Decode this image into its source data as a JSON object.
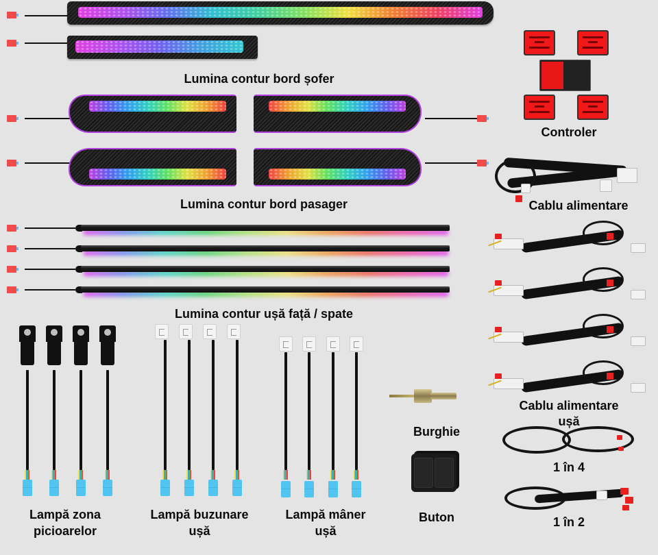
{
  "sections": {
    "driver_dash": {
      "label": "Lumina contur bord șofer"
    },
    "passenger_dash": {
      "label": "Lumina contur bord pasager"
    },
    "door_strips": {
      "label": "Lumina contur ușă față / spate",
      "count": 4
    },
    "controller": {
      "label": "Controler"
    },
    "power_cable": {
      "label": "Cablu alimentare"
    },
    "door_power_cable": {
      "label_line1": "Cablu alimentare",
      "label_line2": "ușă",
      "count": 4
    },
    "footwell_lamp": {
      "label_line1": "Lampă zona",
      "label_line2": "picioarelor",
      "count": 4
    },
    "door_pocket_lamp": {
      "label_line1": "Lampă buzunare",
      "label_line2": "ușă",
      "count": 4
    },
    "door_handle_lamp": {
      "label_line1": "Lampă mâner",
      "label_line2": "ușă",
      "count": 4
    },
    "drill": {
      "label": "Burghie"
    },
    "button": {
      "label": "Buton"
    },
    "splitter_1_to_4": {
      "label": "1 în 4"
    },
    "splitter_1_to_2": {
      "label": "1 în 2"
    }
  },
  "colors": {
    "background": "#e4e4e4",
    "connector_red": "#f04a4a",
    "connector_blue": "#52c4f0",
    "controller_red": "#f01818",
    "text": "#0a0a0a"
  }
}
